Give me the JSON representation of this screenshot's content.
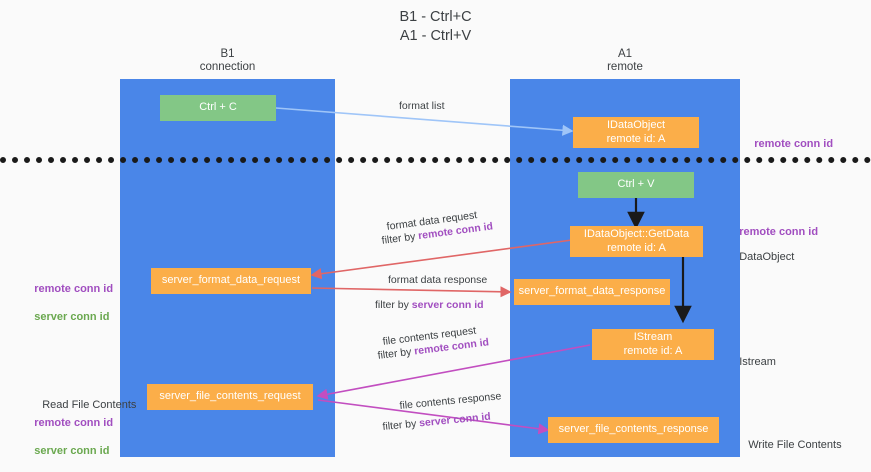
{
  "title": "B1 - Ctrl+C\nA1 - Ctrl+V",
  "lanes": [
    {
      "name": "left-lane",
      "header": "B1\nconnection"
    },
    {
      "name": "right-lane",
      "header": "A1\nremote"
    }
  ],
  "nodes": {
    "ctrl_c": "Ctrl + C",
    "ctrl_v": "Ctrl + V",
    "idataobject_l1": "IDataObject",
    "idataobject_l2": "remote id: A",
    "getdata_l1": "IDataObject::GetData",
    "getdata_l2": "remote id: A",
    "istream_l1": "IStream",
    "istream_l2": "remote id: A",
    "server_format_data_request": "server_format_data_request",
    "server_format_data_response": "server_format_data_response",
    "server_file_contents_request": "server_file_contents_request",
    "server_file_contents_response": "server_file_contents_response"
  },
  "wire_labels": {
    "format_list": "format list",
    "format_data_request": "format data request",
    "format_data_request_filter_prefix": "filter by ",
    "format_data_request_filter_key": "remote conn id",
    "format_data_response": "format data response",
    "format_data_response_filter_prefix": "filter by ",
    "format_data_response_filter_key": "server conn id",
    "file_contents_request": "file contents request",
    "file_contents_request_filter_prefix": "filter by ",
    "file_contents_request_filter_key": "remote conn id",
    "file_contents_response": "file contents response",
    "file_contents_response_filter_prefix": "filter by ",
    "file_contents_response_filter_key": "server conn id"
  },
  "side_labels": {
    "right_remote_conn_id_top": "remote conn id",
    "right_remote_conn_id_mid": "remote conn id",
    "right_dataobject": "DataObject",
    "right_istream": "Istream",
    "right_write_file_contents": "Write File Contents",
    "left_remote_conn_id": "remote conn id",
    "left_server_conn_id": "server conn id",
    "left_read_file_contents": "Read File Contents",
    "left_remote_conn_id_2": "remote conn id",
    "left_server_conn_id_2": "server conn id"
  },
  "colors": {
    "lane": "#4a86e8",
    "green_node": "#83c786",
    "orange_node": "#fbae49",
    "arrow_format_list": "#9fc5f8",
    "arrow_red": "#e06666",
    "arrow_magenta": "#c24ec0",
    "arrow_black": "#1a1a1a",
    "accent_purple": "#a14ec0",
    "accent_green": "#6aa84f"
  }
}
